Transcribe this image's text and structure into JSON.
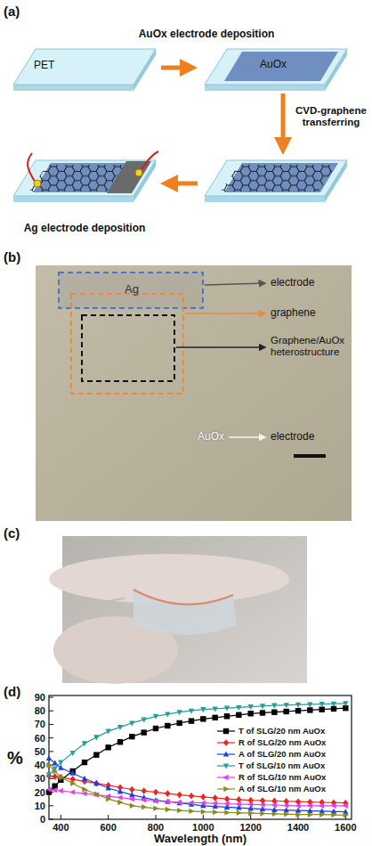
{
  "diagram": {
    "labels": [
      "(a)",
      "AuOx electrode deposition",
      "PET",
      "AuOx",
      "CVD-graphene transferring",
      "Ag electrode deposition",
      "(b)",
      "Ag",
      "electrode",
      "graphene",
      "Graphene/AuOx heterostructure",
      "AuOx",
      "electrode",
      "(c)",
      "(d)",
      "%",
      "0",
      "10",
      "20",
      "30",
      "40",
      "50",
      "60",
      "70",
      "80",
      "90",
      "400",
      "600",
      "800",
      "1000",
      "1200",
      "1400",
      "1600",
      "Wavelength (nm)"
    ],
    "legend": [
      {
        "text": "T of SLG/20 nm AuOx"
      },
      {
        "text": "R of SLG/20 nm AuOx"
      },
      {
        "text": "A of SLG/20 nm AuOx"
      },
      {
        "text": "T of SLG/10 nm AuOx"
      },
      {
        "text": "R of SLG/10 nm AuOx"
      },
      {
        "text": "A of SLG/10 nm AuOx"
      }
    ]
  }
}
